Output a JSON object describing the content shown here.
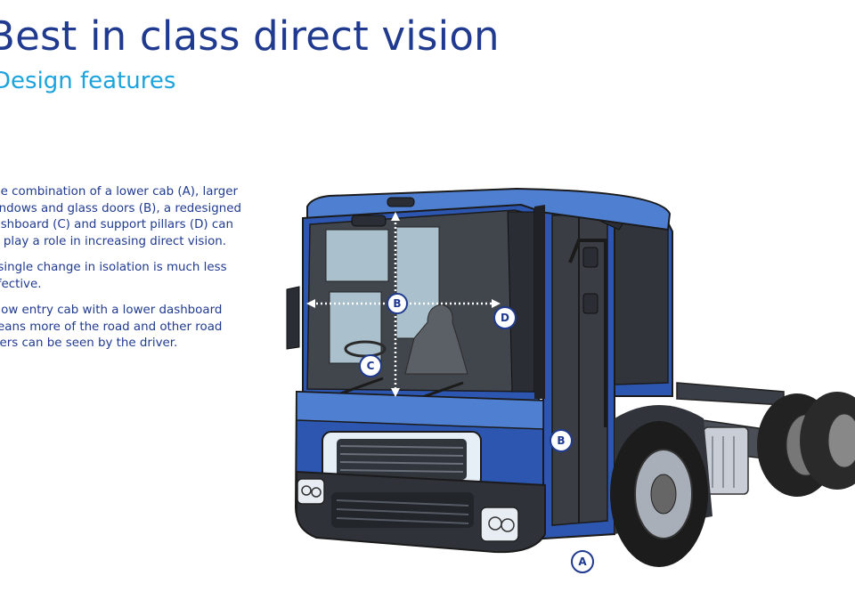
{
  "title": "Best in class direct vision",
  "subtitle": "Design features",
  "paragraphs": [
    "The combination of a lower cab (A), larger windows and glass doors (B), a redesigned dashboard (C) and support pillars (D) can all play a role in increasing direct vision.",
    "A single change in isolation is much less effective.",
    "A low entry cab with a lower dashboard means more of the road and other road users can be seen by the driver."
  ],
  "markers": {
    "a": "A",
    "b_window": "B",
    "b_door": "B",
    "c": "C",
    "d": "D"
  },
  "colors": {
    "title": "#1f3a8f",
    "subtitle": "#1ba3dd",
    "cab_blue": "#2c56b0",
    "cab_light_blue": "#4f7fd0"
  }
}
